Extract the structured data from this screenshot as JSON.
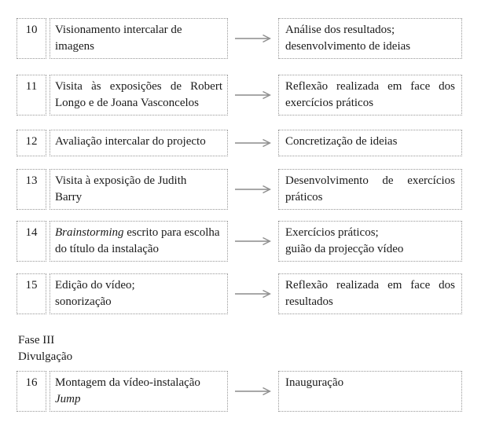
{
  "section": {
    "phase_label": "Fase III",
    "phase_name": "Divulgação"
  },
  "table": {
    "rows": [
      {
        "num": "10",
        "activity": {
          "line1": "Visionamento intercalar de",
          "line2": "imagens"
        },
        "result": {
          "line1": "Análise dos resultados;",
          "line2": "desenvolvimento de ideias"
        }
      },
      {
        "num": "11",
        "activity": {
          "text": "Visita às exposições de Robert Longo e de Joana Vasconcelos"
        },
        "result": {
          "text": "Reflexão realizada em face dos exercícios práticos"
        }
      },
      {
        "num": "12",
        "activity": {
          "line1": "Avaliação intercalar do projecto"
        },
        "result": {
          "line1": "Concretização de ideias"
        }
      },
      {
        "num": "13",
        "activity": {
          "line1": "Visita à exposição de Judith",
          "line2": "Barry"
        },
        "result": {
          "text": "Desenvolvimento de exercícios práticos"
        }
      },
      {
        "num": "14",
        "activity": {
          "italic": "Brainstorming",
          "rest": " escrito para escolha do título da instalação"
        },
        "result": {
          "line1": "Exercícios práticos;",
          "line2": "guião da projecção vídeo"
        }
      },
      {
        "num": "15",
        "activity": {
          "line1": "Edição do vídeo;",
          "line2": "sonorização"
        },
        "result": {
          "text": "Reflexão realizada em face dos resultados"
        }
      },
      {
        "num": "16",
        "activity": {
          "line1": "Montagem da vídeo-instalação",
          "line2_italic": "Jump"
        },
        "result": {
          "line1": "Inauguração"
        }
      }
    ]
  },
  "colors": {
    "border": "#979797",
    "arrow": "#8c8c8c",
    "text": "#1a1a1a"
  }
}
